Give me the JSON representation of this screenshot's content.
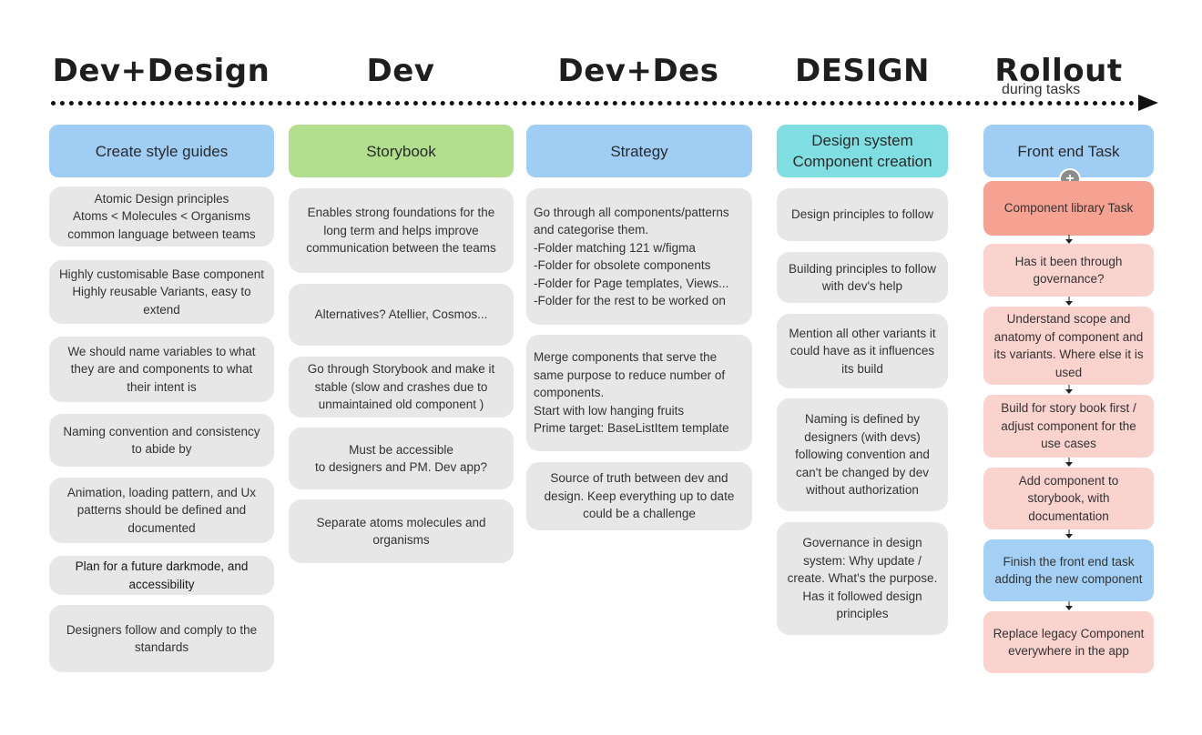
{
  "columns": [
    {
      "title": "Dev+Design",
      "header": "Create style guides",
      "header_color": "#9fcdf4",
      "cards": [
        "Atomic Design principles\nAtoms < Molecules < Organisms\ncommon language between teams",
        "Highly customisable Base component\nHighly reusable Variants, easy to\nextend",
        "We should name variables to what\nthey are and components to what\ntheir intent is",
        "Naming convention and consistency\nto abide by",
        "Animation, loading pattern, and Ux\npatterns should be defined and\ndocumented",
        "Plan for a future darkmode, and\naccessibility",
        "Designers follow and comply to the\nstandards"
      ]
    },
    {
      "title": "Dev",
      "header": "Storybook",
      "header_color": "#b1df8d",
      "cards": [
        "Enables strong foundations for the\nlong term and helps improve\ncommunication between the teams",
        "Alternatives? Atellier, Cosmos...",
        "Go through Storybook and make it\nstable (slow and crashes due to\nunmaintained old component )",
        "Must be accessible\nto designers and PM. Dev app?",
        "Separate atoms molecules and\norganisms"
      ]
    },
    {
      "title": "Dev+Des",
      "header": "Strategy",
      "header_color": "#9fcdf4",
      "cards": [
        "Go through all components/patterns\nand categorise them.\n-Folder matching 121 w/figma\n-Folder for obsolete components\n-Folder for Page templates, Views...\n-Folder for the rest to be worked on",
        "Merge components that serve the\nsame purpose to reduce number of\ncomponents.\nStart with low hanging fruits\nPrime target: BaseListItem template",
        "Source of truth between dev and\ndesign. Keep everything up to date\ncould be a challenge"
      ]
    },
    {
      "title": "DESIGN",
      "header": "Design system\nComponent creation",
      "header_color": "#7fdee2",
      "cards": [
        "Design principles to follow",
        "Building principles to follow\nwith dev's help",
        "Mention all other variants it\ncould have as it influences\nits build",
        "Naming is defined by\ndesigners (with devs)\nfollowing convention and\ncan't be changed by dev\nwithout authorization",
        "Governance in design\nsystem: Why update /\ncreate. What's the purpose.\nHas it followed design\nprinciples"
      ]
    },
    {
      "title": "Rollout",
      "subtitle": "during tasks",
      "header": "Front end Task",
      "header_color": "#9fcdf4",
      "steps": [
        "Component library Task",
        "Has it been through\ngovernance?",
        "Understand scope and\nanatomy of component and\nits variants. Where else it is\nused",
        "Build for story book first /\nadjust component for the\nuse cases",
        "Add component to\nstorybook, with\ndocumentation",
        "Finish the front end task\nadding the new component",
        "Replace legacy Component\neverywhere in the app"
      ]
    }
  ],
  "colors": {
    "card_gray": "#e7e7e7",
    "step_pink": "#fad3cf",
    "step_salmon": "#f6a293",
    "step_blue": "#a3d0f4",
    "timeline": "#111111"
  }
}
